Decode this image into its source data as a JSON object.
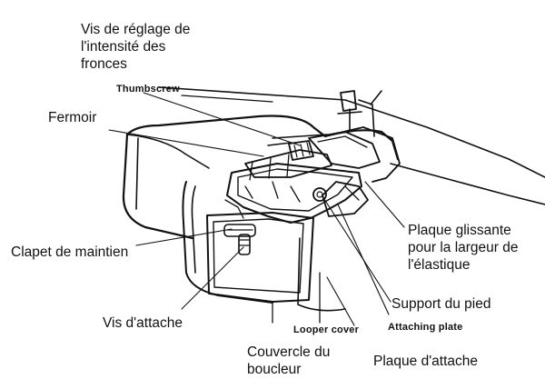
{
  "labels": {
    "adjust_screw": [
      "Vis de réglage de",
      "l'intensité des",
      "fronces"
    ],
    "thumbscrew_en": "Thumbscrew",
    "fermoir": "Fermoir",
    "clapet": "Clapet de maintien",
    "plaque_glissante": [
      "Plaque glissante",
      "pour la largeur de",
      "l'élastique"
    ],
    "support_pied": "Support du pied",
    "vis_attache": "Vis d'attache",
    "looper_cover_en": "Looper cover",
    "attaching_plate_en": "Attaching plate",
    "couvercle": [
      "Couvercle du",
      "boucleur"
    ],
    "plaque_attache": "Plaque d'attache"
  }
}
